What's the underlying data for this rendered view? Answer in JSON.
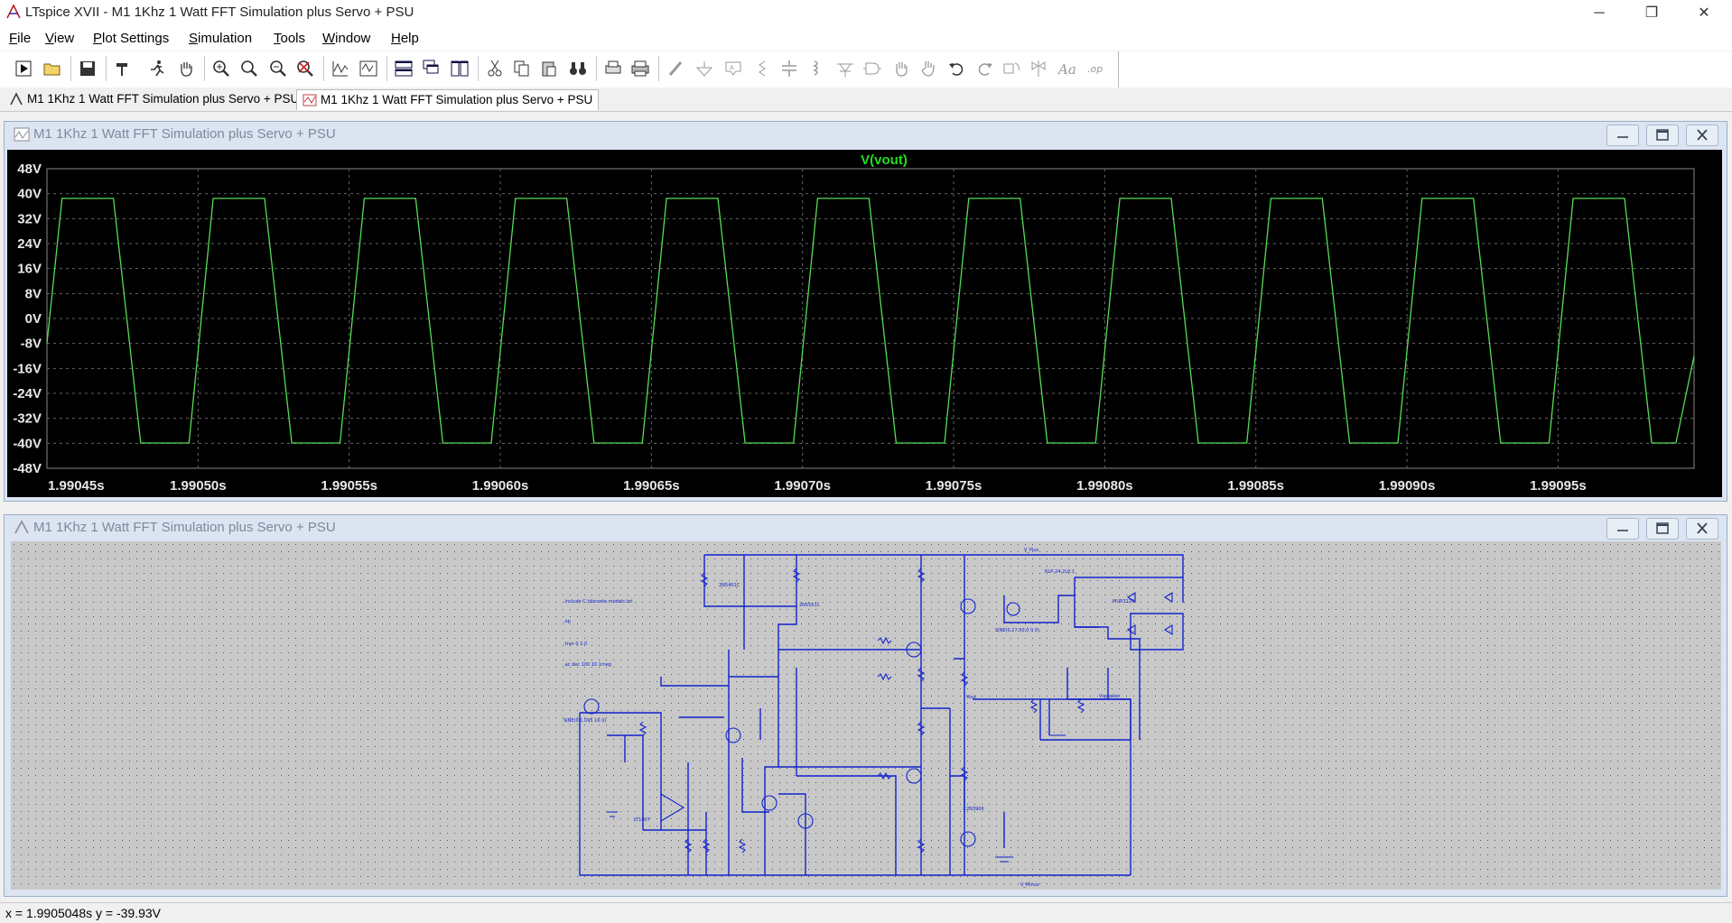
{
  "app": {
    "title": "LTspice XVII - M1 1Khz 1 Watt FFT Simulation plus Servo + PSU"
  },
  "menu": [
    {
      "label": "File",
      "key": "F",
      "rest": "ile"
    },
    {
      "label": "View",
      "key": "V",
      "rest": "iew"
    },
    {
      "label": "Plot Settings",
      "key": "P",
      "rest": "lot Settings"
    },
    {
      "label": "Simulation",
      "key": "S",
      "rest": "imulation"
    },
    {
      "label": "Tools",
      "key": "T",
      "rest": "ools"
    },
    {
      "label": "Window",
      "key": "W",
      "rest": "indow"
    },
    {
      "label": "Help",
      "key": "H",
      "rest": "elp"
    }
  ],
  "tabs": [
    {
      "label": "M1 1Khz 1 Watt FFT Simulation plus Servo + PSU",
      "icon": "schematic-icon",
      "active": false
    },
    {
      "label": "M1 1Khz 1 Watt FFT Simulation plus Servo + PSU",
      "icon": "waveform-icon",
      "active": true
    }
  ],
  "plot_window": {
    "title": "M1 1Khz 1 Watt FFT Simulation plus Servo + PSU"
  },
  "schematic_window": {
    "title": "M1 1Khz 1 Watt FFT Simulation plus Servo + PSU"
  },
  "chart_data": {
    "type": "line",
    "title": "V(vout)",
    "xlabel": "",
    "ylabel": "",
    "x_ticks": [
      "1.99045s",
      "1.99050s",
      "1.99055s",
      "1.99060s",
      "1.99065s",
      "1.99070s",
      "1.99075s",
      "1.99080s",
      "1.99085s",
      "1.99090s",
      "1.99095s"
    ],
    "y_ticks": [
      "48V",
      "40V",
      "32V",
      "24V",
      "16V",
      "8V",
      "0V",
      "-8V",
      "-16V",
      "-24V",
      "-32V",
      "-40V",
      "-48V"
    ],
    "xlim": [
      1.99045,
      1.990995
    ],
    "ylim": [
      -48,
      48
    ],
    "grid": true,
    "series": [
      {
        "name": "V(vout)",
        "color": "#55dd55",
        "period_s": 5e-05,
        "amplitude_high_V": 38.5,
        "amplitude_low_V": -39.9,
        "points": [
          [
            1.99045,
            -8
          ],
          [
            1.990455,
            38.5
          ],
          [
            1.990472,
            38.5
          ],
          [
            1.990481,
            -39.9
          ],
          [
            1.990497,
            -39.9
          ],
          [
            1.990505,
            38.5
          ],
          [
            1.990522,
            38.5
          ],
          [
            1.990531,
            -39.9
          ],
          [
            1.990547,
            -39.9
          ],
          [
            1.990555,
            38.5
          ],
          [
            1.990572,
            38.5
          ],
          [
            1.990581,
            -39.9
          ],
          [
            1.990597,
            -39.9
          ],
          [
            1.990605,
            38.5
          ],
          [
            1.990622,
            38.5
          ],
          [
            1.990631,
            -39.9
          ],
          [
            1.990647,
            -39.9
          ],
          [
            1.990655,
            38.5
          ],
          [
            1.990672,
            38.5
          ],
          [
            1.990681,
            -39.9
          ],
          [
            1.990697,
            -39.9
          ],
          [
            1.990705,
            38.5
          ],
          [
            1.990722,
            38.5
          ],
          [
            1.990731,
            -39.9
          ],
          [
            1.990747,
            -39.9
          ],
          [
            1.990755,
            38.5
          ],
          [
            1.990772,
            38.5
          ],
          [
            1.990781,
            -39.9
          ],
          [
            1.990797,
            -39.9
          ],
          [
            1.990805,
            38.5
          ],
          [
            1.990822,
            38.5
          ],
          [
            1.990831,
            -39.9
          ],
          [
            1.990847,
            -39.9
          ],
          [
            1.990855,
            38.5
          ],
          [
            1.990872,
            38.5
          ],
          [
            1.990881,
            -39.9
          ],
          [
            1.990897,
            -39.9
          ],
          [
            1.990905,
            38.5
          ],
          [
            1.990922,
            38.5
          ],
          [
            1.990931,
            -39.9
          ],
          [
            1.990947,
            -39.9
          ],
          [
            1.990955,
            38.5
          ],
          [
            1.990972,
            38.5
          ],
          [
            1.990981,
            -39.9
          ],
          [
            1.990989,
            -39.9
          ],
          [
            1.990995,
            -12
          ]
        ]
      }
    ]
  },
  "schematic": {
    "labels": [
      ".include C:\\discrete models.txt",
      ".op",
      ".tran 0 2.0",
      ".ac dec 100 10 1meg",
      "V_Plus",
      "V_Minus",
      "Vout",
      "Vspeaker",
      "2N5401C",
      "2N5551C",
      "LT1007",
      "RLP-24-2L0.1",
      "MUR3120",
      "2N3906",
      "SINE(0 27 50 0 0 0)",
      "SINE(0 1.095 1K 0)"
    ]
  },
  "status": {
    "text": "x = 1.9905048s    y = -39.93V"
  }
}
